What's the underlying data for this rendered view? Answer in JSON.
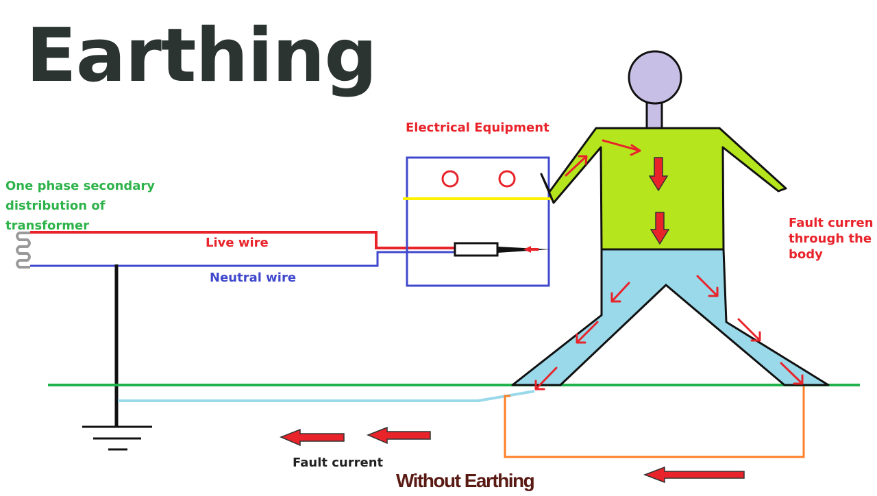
{
  "title": "Earthing",
  "labels": {
    "transformer_lines": [
      "One phase secondary",
      "distribution of",
      "transformer"
    ],
    "equipment": "Electrical Equipment",
    "live_wire": "Live wire",
    "neutral_wire": "Neutral wire",
    "body_current_lines": [
      "Fault curren",
      "through the",
      "body"
    ],
    "fault_current": "Fault current",
    "footer": "Without Earthing"
  },
  "colors": {
    "title": "#2b3431",
    "transformer_label": "#2db34a",
    "red_label": "#e8232a",
    "neutral_label": "#3f48cc",
    "fault_label": "#222222",
    "footer": "#5a1a14",
    "live_wire": "#e8232a",
    "neutral_wire": "#3f48cc",
    "ground_line": "#22b14c",
    "earth_wire": "#99d9ea",
    "fault_loop": "#ff7f27",
    "equipment_box": "#3f48cc",
    "indicator": "#e8232a",
    "yellow_line": "#fff200",
    "head": "#c8bfe7",
    "shirt": "#b5e61d",
    "pants": "#99d9ea",
    "arrow": "#e8232a"
  }
}
